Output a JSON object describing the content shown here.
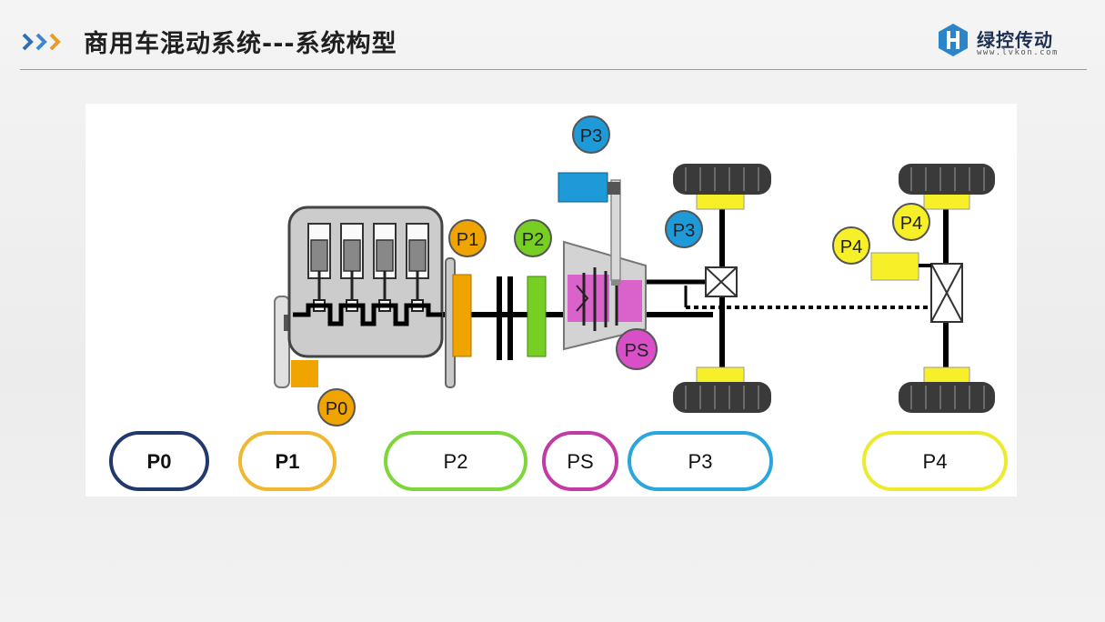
{
  "header": {
    "title": "商用车混动系统---系统构型",
    "chevron_colors": [
      "#2e6fb5",
      "#3d86cf",
      "#e89b26"
    ]
  },
  "logo": {
    "name": "绿控传动",
    "url": "www.lvkon.com",
    "mark_color": "#2b86c9"
  },
  "diagram": {
    "markers": {
      "p0": "P0",
      "p1": "P1",
      "p2": "P2",
      "p3_top": "P3",
      "p3_mid": "P3",
      "ps": "PS",
      "p4_top": "P4",
      "p4_left": "P4"
    },
    "legend": [
      {
        "label": "P0",
        "color": "#22396b",
        "bold": true
      },
      {
        "label": "P1",
        "color": "#f0b731",
        "bold": true
      },
      {
        "label": "P2",
        "color": "#7fd63a",
        "bold": false
      },
      {
        "label": "PS",
        "color": "#c23aa6",
        "bold": false
      },
      {
        "label": "P3",
        "color": "#2aa6dc",
        "bold": false
      },
      {
        "label": "P4",
        "color": "#ecea2e",
        "bold": false
      }
    ],
    "colors": {
      "p0": "#f0a400",
      "p1": "#f0a400",
      "p2": "#77cf23",
      "p3": "#1e9ad9",
      "ps": "#d94fc8",
      "p4": "#f7f029",
      "engine": "#cccccc",
      "wheel": "#3a3a3a"
    }
  }
}
